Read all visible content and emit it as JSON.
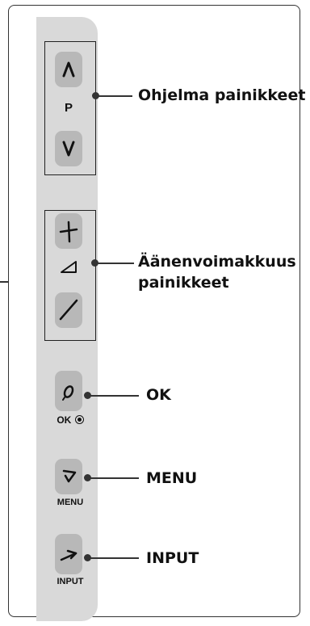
{
  "program_group": {
    "up_glyph": "∧",
    "label": "P",
    "down_glyph": "∨",
    "callout": "Ohjelma painikkeet"
  },
  "volume_group": {
    "callout_line1": "Äänenvoimakkuus",
    "callout_line2": "painikkeet"
  },
  "ok_button": {
    "label": "OK",
    "callout": "OK"
  },
  "menu_button": {
    "label": "MENU",
    "callout": "MENU"
  },
  "input_button": {
    "label": "INPUT",
    "callout": "INPUT"
  }
}
